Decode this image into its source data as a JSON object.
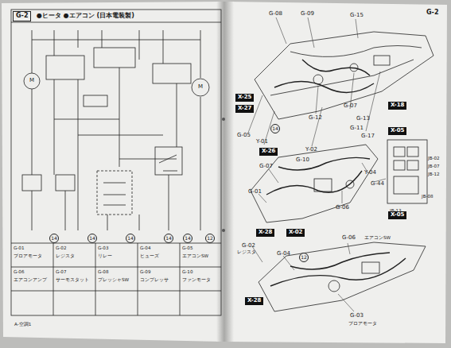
{
  "diagram": {
    "nodes": [
      {
        "text": [
          "G-2"
        ]
      },
      {
        "text": [
          "X-25"
        ]
      },
      {
        "text": [
          "X-27"
        ]
      },
      {
        "text": [
          "X-18"
        ]
      },
      {
        "text": [
          "X-26"
        ]
      },
      {
        "text": [
          "X-05"
        ]
      },
      {
        "text": [
          "X-28"
        ]
      },
      {
        "text": [
          "X-02"
        ]
      },
      {
        "text": [
          "X-05"
        ]
      },
      {
        "text": [
          "X-28"
        ]
      }
    ],
    "labels": [
      "G-01",
      "ブロアモータ",
      "G-02",
      "レジスタ",
      "G-03",
      "リレー",
      "G-04",
      "ヒューズ",
      "G-05",
      "エアコンSW",
      "G-06",
      "エアコンアンプ",
      "G-07",
      "サーモスタット",
      "G-08",
      "プレッシャSW",
      "G-09",
      "コンプレッサ",
      "G-10",
      "ファンモータ",
      "●ヒータ ●エアコン (日本電装製)",
      "M",
      "M",
      "14",
      "14",
      "14",
      "14",
      "14",
      "12",
      "A-空調1",
      "G-2",
      "G-08",
      "G-09",
      "G-15",
      "G-05",
      "G-12",
      "G-07",
      "G-13",
      "G-17",
      "G-11",
      "Y-01",
      "Y-02",
      "G-10",
      "G-07",
      "G-01",
      "JB-02",
      "JB-07",
      "JB-12",
      "JB-13",
      "JB-08",
      "G-44",
      "Y-04",
      "G-06",
      "G-02",
      "G-04",
      "G-06",
      "G-03",
      "14",
      "12",
      "ブロアモータ",
      "レジスタ",
      "エアコンSW"
    ]
  }
}
